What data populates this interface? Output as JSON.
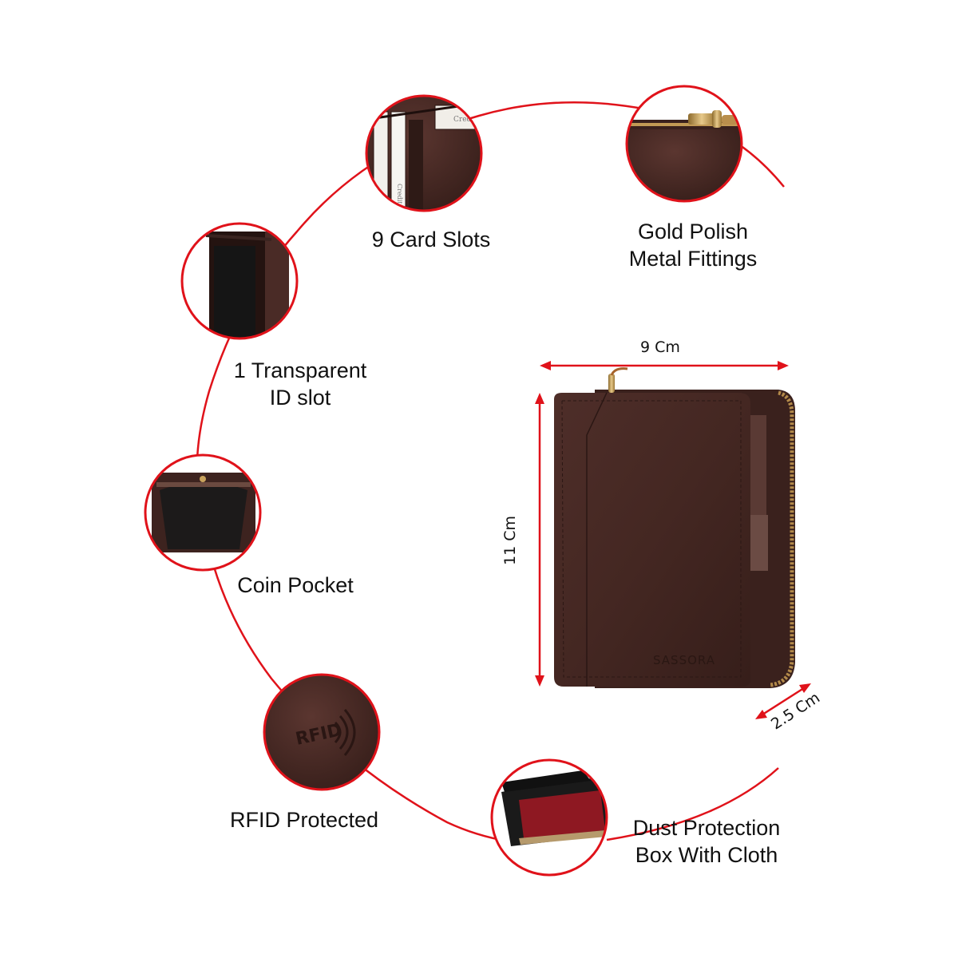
{
  "features": {
    "card_slots": "9 Card Slots",
    "gold_line1": "Gold Polish",
    "gold_line2": "Metal Fittings",
    "id_line1": "1 Transparent",
    "id_line2": "ID slot",
    "coin_pocket": "Coin Pocket",
    "rfid": "RFID Protected",
    "dust_line1": "Dust Protection",
    "dust_line2": "Box With Cloth"
  },
  "dimensions": {
    "width": "9 Cm",
    "height": "11 Cm",
    "depth": "2.5 Cm"
  },
  "product": {
    "brand": "SASSORA",
    "rfid_emboss": "RFID",
    "card_text_1": "Credit",
    "card_text_2": "Credit"
  },
  "colors": {
    "accent_red": "#e0121a",
    "leather_brown": "#4a2b26",
    "gold": "#c9a25c",
    "box_red": "#8e1822"
  },
  "icons": [
    "card-slots-icon",
    "zipper-icon",
    "id-slot-icon",
    "coin-pocket-icon",
    "rfid-icon",
    "gift-box-icon"
  ]
}
